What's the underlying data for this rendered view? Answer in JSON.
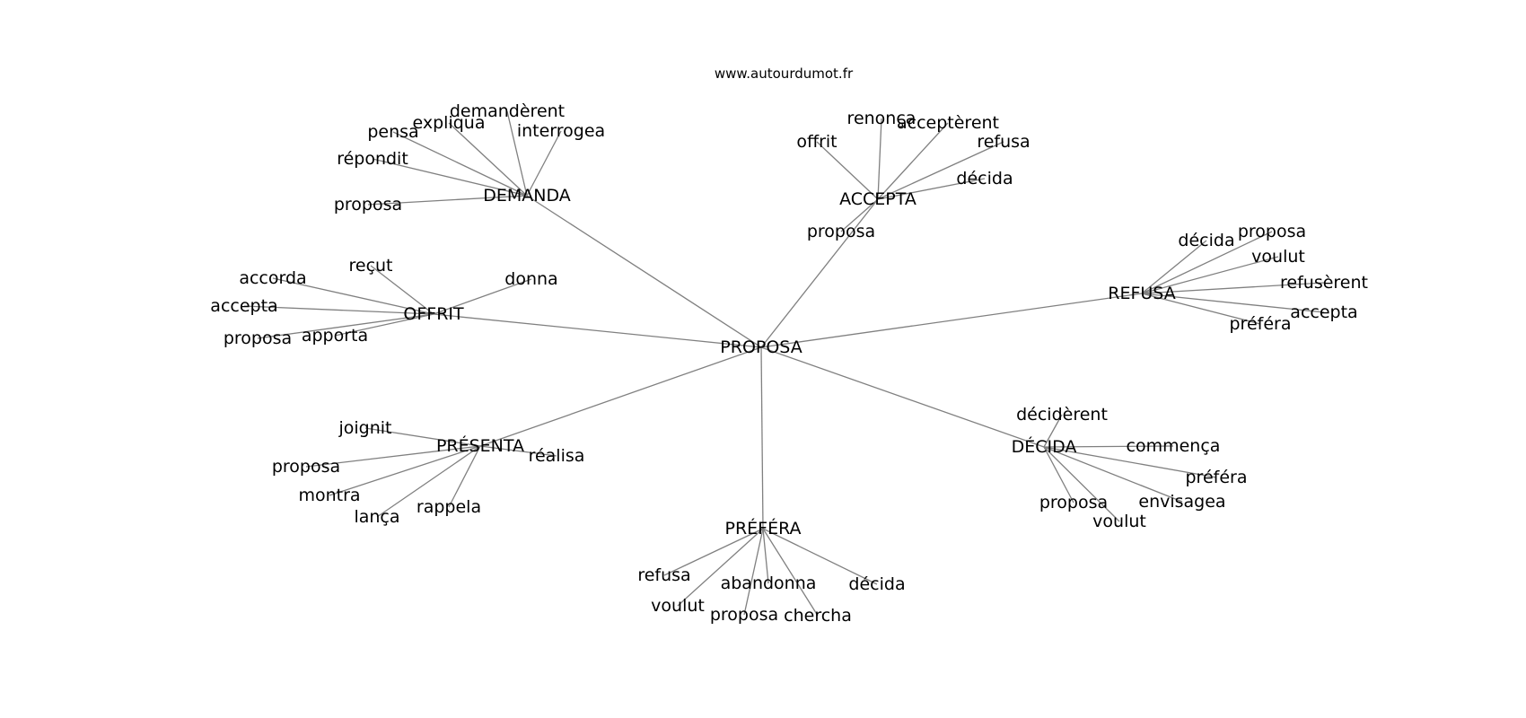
{
  "site": "www.autourdumot.fr",
  "root": {
    "label": "PROPOSA"
  },
  "hubs": [
    {
      "key": "demanda",
      "label": "DEMANDA",
      "leaves": [
        "demandèrent",
        "expliqua",
        "pensa",
        "interrogea",
        "répondit",
        "proposa"
      ]
    },
    {
      "key": "accepta",
      "label": "ACCEPTA",
      "leaves": [
        "renonça",
        "acceptèrent",
        "offrit",
        "refusa",
        "décida",
        "proposa"
      ]
    },
    {
      "key": "offrit",
      "label": "OFFRIT",
      "leaves": [
        "reçut",
        "accorda",
        "donna",
        "accepta",
        "apporta",
        "proposa"
      ]
    },
    {
      "key": "refusa",
      "label": "REFUSA",
      "leaves": [
        "décida",
        "proposa",
        "voulut",
        "refusèrent",
        "accepta",
        "préféra"
      ]
    },
    {
      "key": "presenta",
      "label": "PRÉSENTA",
      "leaves": [
        "joignit",
        "réalisa",
        "proposa",
        "montra",
        "rappela",
        "lança"
      ]
    },
    {
      "key": "decida",
      "label": "DÉCIDA",
      "leaves": [
        "décidèrent",
        "commença",
        "préféra",
        "envisagea",
        "proposa",
        "voulut"
      ]
    },
    {
      "key": "prefera",
      "label": "PRÉFÉRA",
      "leaves": [
        "refusa",
        "abandonna",
        "décida",
        "voulut",
        "proposa",
        "chercha"
      ]
    }
  ]
}
